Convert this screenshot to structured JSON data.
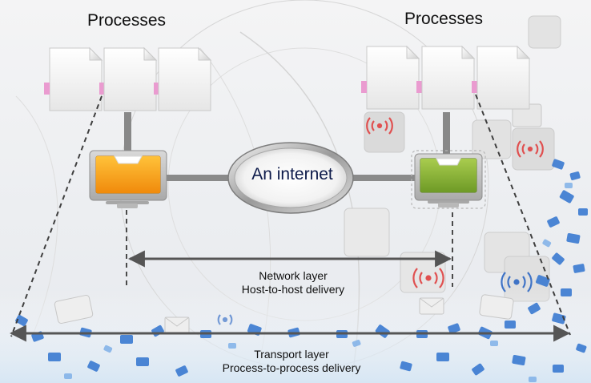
{
  "left_host": {
    "processes_label": "Processes"
  },
  "right_host": {
    "processes_label": "Processes"
  },
  "internet": {
    "label": "An internet"
  },
  "network_layer": {
    "title": "Network layer",
    "subtitle": "Host-to-host delivery"
  },
  "transport_layer": {
    "title": "Transport layer",
    "subtitle": "Process-to-process delivery"
  },
  "colors": {
    "left_screen": "#f6a51d",
    "right_screen": "#8fb63a",
    "port_tab": "#ea9bd0",
    "connector": "#888888",
    "arrow": "#555555"
  }
}
